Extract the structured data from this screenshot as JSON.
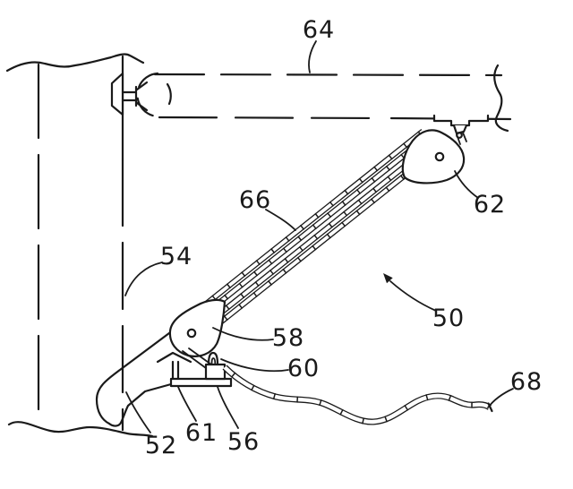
{
  "figure": {
    "background": "#ffffff",
    "ink": "#1a1a1a",
    "reference_numerals": {
      "n50": "50",
      "n52": "52",
      "n54": "54",
      "n56": "56",
      "n58": "58",
      "n60": "60",
      "n61": "61",
      "n62": "62",
      "n64": "64",
      "n66": "66",
      "n68": "68"
    }
  }
}
